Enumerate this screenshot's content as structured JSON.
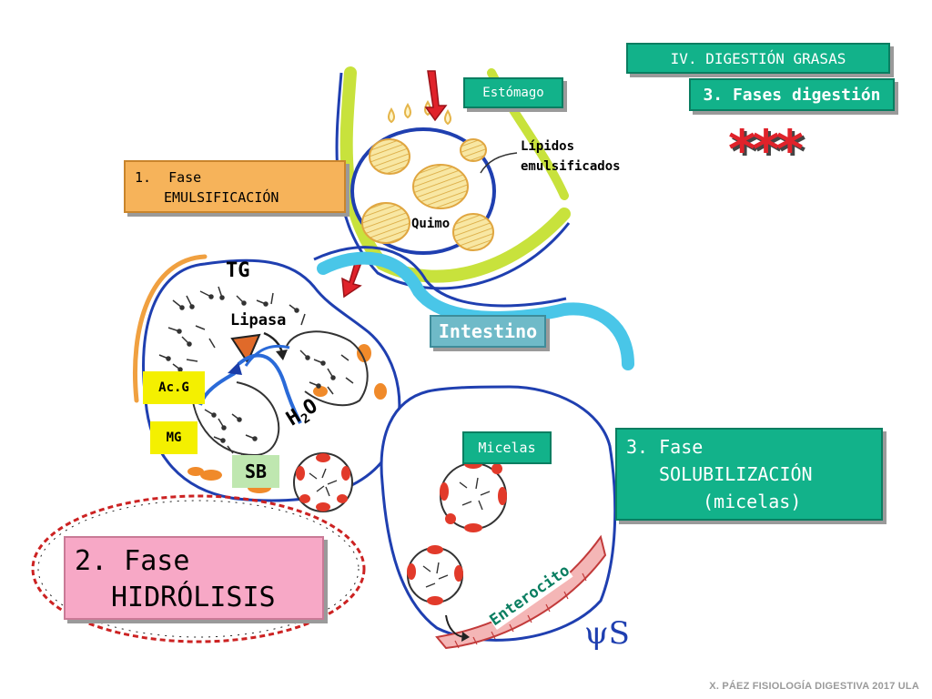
{
  "header": {
    "section_title": "IV. DIGESTIÓN GRASAS",
    "subtitle": "3. Fases digestión",
    "stars": "***"
  },
  "labels": {
    "stomach": "Estómago",
    "lipids_line1": "Lípidos",
    "lipids_line2": "emulsificados",
    "chyme": "Quimo",
    "tg": "TG",
    "lipase": "Lipasa",
    "intestine": "Intestino",
    "fatty_acids": "Ac.G",
    "monoglycerides": "MG",
    "water": "H2O",
    "bile_salts": "SB",
    "micelles": "Micelas",
    "enterocyte": "Enterocito",
    "signature": "ψS"
  },
  "phases": {
    "emulsification": {
      "number": "1.",
      "line1": "Fase",
      "line2": "EMULSIFICACIÓN"
    },
    "hydrolysis": {
      "line1": "2. Fase",
      "line2": "HIDRÓLISIS"
    },
    "solubilization": {
      "line1": "3. Fase",
      "line2": "SOLUBILIZACIÓN",
      "line3": "(micelas)"
    }
  },
  "footer": "X. PÁEZ  FISIOLOGÍA DIGESTIVA 2017  ULA",
  "colors": {
    "teal": "#12b28a",
    "orange_box": "#f6b35a",
    "pink_box": "#f7a8c6",
    "yellow_tag": "#f4f000",
    "green_tag": "#bfe7b0",
    "red_arrow": "#e0222a",
    "blue_outline": "#1f3fb0",
    "lime": "#c8e23c",
    "cyan": "#49c6e8"
  }
}
